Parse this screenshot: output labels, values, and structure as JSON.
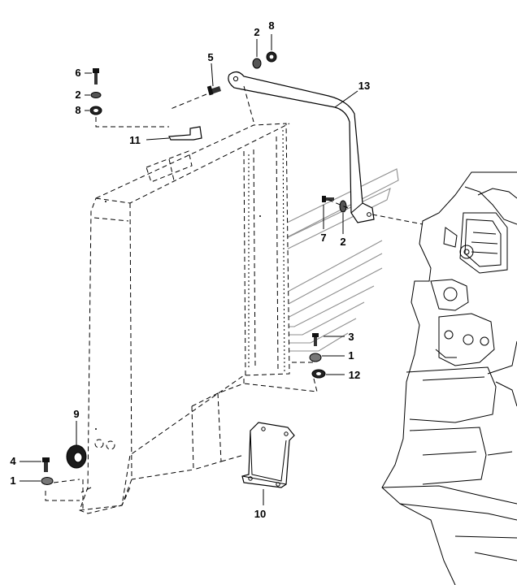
{
  "diagram": {
    "callouts": [
      {
        "id": "c6",
        "text": "6"
      },
      {
        "id": "c2a",
        "text": "2"
      },
      {
        "id": "c8a",
        "text": "8"
      },
      {
        "id": "c5",
        "text": "5"
      },
      {
        "id": "c2b",
        "text": "2"
      },
      {
        "id": "c8b",
        "text": "8"
      },
      {
        "id": "c13",
        "text": "13"
      },
      {
        "id": "c11",
        "text": "11"
      },
      {
        "id": "c7",
        "text": "7"
      },
      {
        "id": "c2c",
        "text": "2"
      },
      {
        "id": "c3",
        "text": "3"
      },
      {
        "id": "c1a",
        "text": "1"
      },
      {
        "id": "c12",
        "text": "12"
      },
      {
        "id": "c9",
        "text": "9"
      },
      {
        "id": "c4",
        "text": "4"
      },
      {
        "id": "c1b",
        "text": "1"
      },
      {
        "id": "c10",
        "text": "10"
      }
    ]
  }
}
